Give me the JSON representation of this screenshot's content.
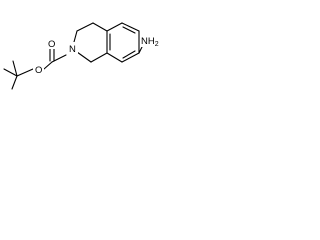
{
  "molecule": {
    "atoms": {
      "carbonyl_oxygen": "O",
      "ester_oxygen": "O",
      "ring_nitrogen": "N",
      "amine_nitrogen": "N",
      "amine_hydrogen": "H",
      "amine_hydrogen_count": "2"
    },
    "colors": {
      "bond": "#000000",
      "text": "#000000",
      "background": "#ffffff"
    }
  }
}
